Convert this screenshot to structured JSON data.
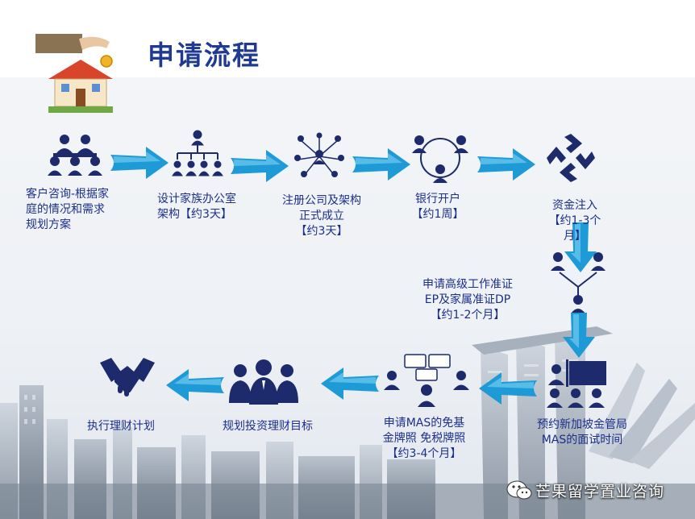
{
  "title": "申请流程",
  "steps": [
    {
      "label": "客户咨询-根据家\n庭的情况和需求\n规划方案",
      "icon": "meeting-group-icon"
    },
    {
      "label": "设计家族办公室\n架构【约3天】",
      "icon": "org-chart-icon"
    },
    {
      "label": "注册公司及架构\n正式成立\n【约3天】",
      "icon": "network-icon"
    },
    {
      "label": "银行开户\n【约1周】",
      "icon": "circle-people-icon"
    },
    {
      "label": "资金注入\n【约1-3个\n月】",
      "icon": "hands-circle-icon"
    },
    {
      "label": "申请高级工作准证\nEP及家属准证DP\n【约1-2个月】",
      "icon": "people-merge-icon"
    },
    {
      "label": "预约新加坡金管局\nMAS的面试时间",
      "icon": "presentation-icon"
    },
    {
      "label": "申请MAS的免基\n金牌照 免税牌照\n【约3-4个月】",
      "icon": "discussion-icon"
    },
    {
      "label": "规划投资理财目标",
      "icon": "business-team-icon"
    },
    {
      "label": "执行理财计划",
      "icon": "handshake-icon"
    }
  ],
  "watermark": {
    "text": "芒果留学置业咨询",
    "icon": "wechat-icon"
  },
  "colors": {
    "title": "#1f3a93",
    "label": "#1b2f8a",
    "icon": "#1d2a6b",
    "arrow": "#1e9ad6"
  }
}
